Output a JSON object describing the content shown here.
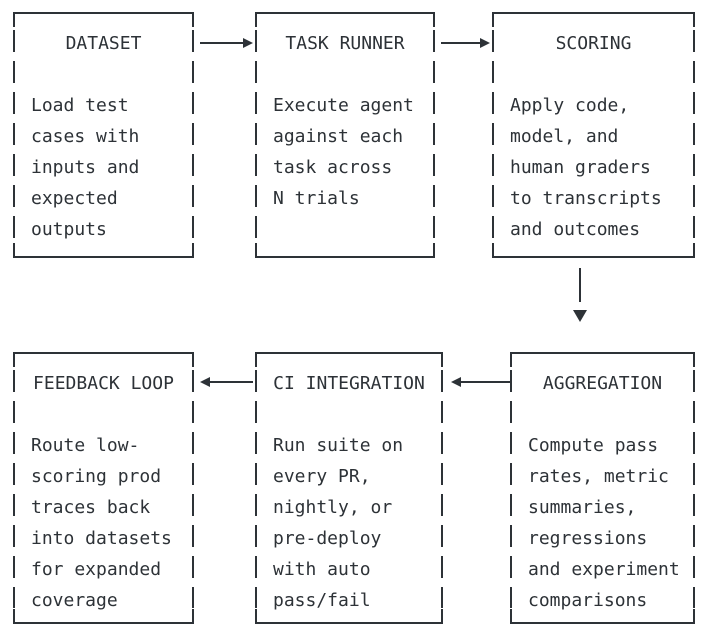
{
  "diagram": {
    "title": "Agent evaluation pipeline flowchart",
    "colors": {
      "ink": "#2d3237",
      "background": "#ffffff"
    },
    "nodes": [
      {
        "id": "dataset",
        "title": "DATASET",
        "lines": [
          "Load test",
          "cases with",
          "inputs and",
          "expected",
          "outputs"
        ]
      },
      {
        "id": "task-runner",
        "title": "TASK RUNNER",
        "lines": [
          "Execute agent",
          "against each",
          "task across",
          "N trials"
        ]
      },
      {
        "id": "scoring",
        "title": "SCORING",
        "lines": [
          "Apply code,",
          "model, and",
          "human graders",
          "to transcripts",
          "and outcomes"
        ]
      },
      {
        "id": "feedback-loop",
        "title": "FEEDBACK LOOP",
        "lines": [
          "Route low-",
          "scoring prod",
          "traces back",
          "into datasets",
          "for expanded",
          "coverage"
        ]
      },
      {
        "id": "ci-integration",
        "title": "CI INTEGRATION",
        "lines": [
          "Run suite on",
          "every PR,",
          "nightly, or",
          "pre-deploy",
          "with auto",
          "pass/fail"
        ]
      },
      {
        "id": "aggregation",
        "title": "AGGREGATION",
        "lines": [
          "Compute pass",
          "rates, metric",
          "summaries,",
          "regressions",
          "and experiment",
          "comparisons"
        ]
      }
    ],
    "edges": [
      {
        "from": "dataset",
        "to": "task-runner",
        "direction": "right"
      },
      {
        "from": "task-runner",
        "to": "scoring",
        "direction": "right"
      },
      {
        "from": "scoring",
        "to": "aggregation",
        "direction": "down"
      },
      {
        "from": "aggregation",
        "to": "ci-integration",
        "direction": "left"
      },
      {
        "from": "ci-integration",
        "to": "feedback-loop",
        "direction": "left"
      }
    ]
  }
}
